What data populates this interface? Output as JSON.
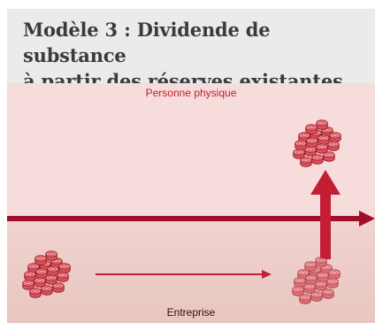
{
  "title": {
    "line1": "Modèle 3 : Dividende de substance",
    "line2": "à partir des réserves existantes"
  },
  "labels": {
    "top": "Personne physique",
    "bottom": "Entreprise"
  },
  "colors": {
    "title_background": "#ebebeb",
    "title_text": "#3b3b3b",
    "upper_zone": "#f5dcda",
    "lower_zone": "#ebcbc7",
    "dark_red": "#9e0f2a",
    "bright_red": "#c41e34",
    "coin_fill": "#e87f84",
    "coin_stroke": "#b5202f"
  },
  "icons": {
    "coins": "coin-stack-icon"
  }
}
